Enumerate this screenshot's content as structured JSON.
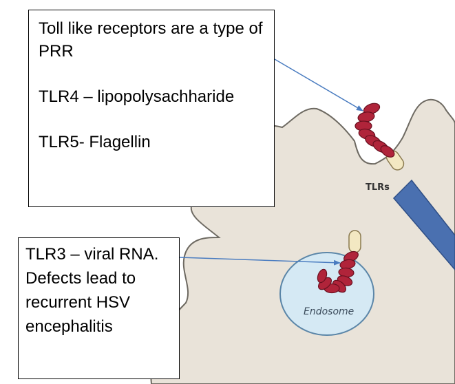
{
  "callouts": {
    "tlr_types": {
      "line1": "Toll like receptors are a type of PRR",
      "line2": "TLR4 – lipopolysachharide",
      "line3": "TLR5- Flagellin"
    },
    "tlr3": {
      "text": "TLR3 – viral RNA. Defects lead to recurrent HSV encephalitis"
    }
  },
  "labels": {
    "tlrs": "TLRs",
    "endosome": "Endosome"
  },
  "colors": {
    "cell_fill": "#e9e3d9",
    "cell_outline": "#6e6a62",
    "endosome_fill": "#d5e9f4",
    "endosome_outline": "#5b86a8",
    "receptor_red": "#b0243a",
    "receptor_tail": "#f3e8c2",
    "arrow_line": "#4a7cc0",
    "big_arrow": "#4a70b0"
  }
}
